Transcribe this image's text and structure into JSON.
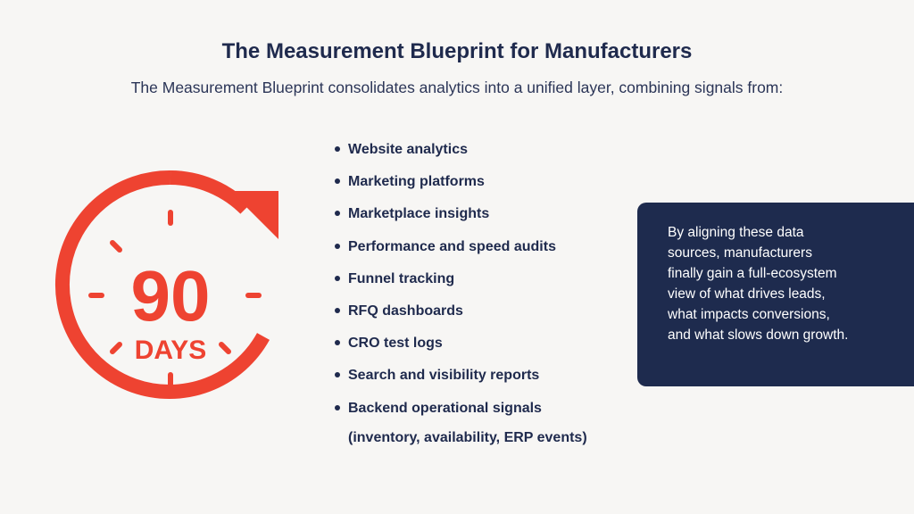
{
  "header": {
    "title": "The Measurement Blueprint for Manufacturers",
    "subtitle": "The Measurement Blueprint consolidates analytics into a unified layer, combining signals from:"
  },
  "graphic": {
    "number": "90",
    "unit": "DAYS",
    "accent_color": "#ee4331",
    "icon": "countdown-clock-icon"
  },
  "signals": [
    "Website analytics",
    "Marketing platforms",
    "Marketplace insights",
    "Performance and speed audits",
    "Funnel tracking",
    "RFQ dashboards",
    "CRO test logs",
    "Search and visibility reports",
    "Backend operational signals",
    "(inventory, availability, ERP events)"
  ],
  "callout": {
    "text": "By aligning these data sources, manufacturers finally gain a full-ecosystem view of what drives leads, what impacts conversions, and what slows down growth.",
    "background": "#1e2b4e"
  }
}
